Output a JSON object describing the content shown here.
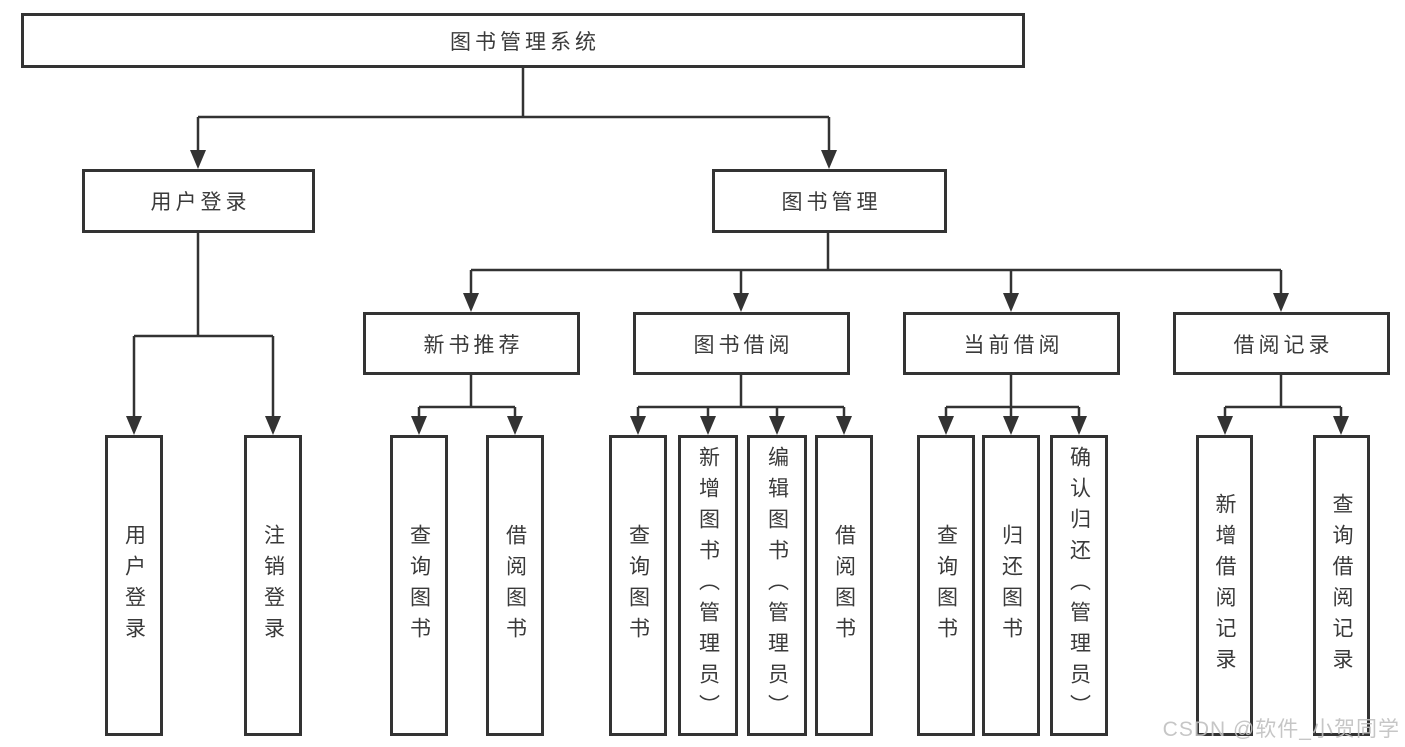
{
  "diagram": {
    "root": {
      "label": "图书管理系统"
    },
    "level2": {
      "user_login": {
        "label": "用户登录"
      },
      "book_management": {
        "label": "图书管理"
      }
    },
    "level3": {
      "new_book_recommend": {
        "label": "新书推荐"
      },
      "book_borrow": {
        "label": "图书借阅"
      },
      "current_borrow": {
        "label": "当前借阅"
      },
      "borrow_records": {
        "label": "借阅记录"
      }
    },
    "leaves": {
      "user_login": {
        "label": "用户登录"
      },
      "logout": {
        "label": "注销登录"
      },
      "rec_query_book": {
        "label": "查询图书"
      },
      "rec_borrow_book": {
        "label": "借阅图书"
      },
      "bb_query_book": {
        "label": "查询图书"
      },
      "bb_add_book_admin": {
        "label": "新增图书（管理员）"
      },
      "bb_edit_book_admin": {
        "label": "编辑图书（管理员）"
      },
      "bb_borrow_book": {
        "label": "借阅图书"
      },
      "cb_query_book": {
        "label": "查询图书"
      },
      "cb_return_book": {
        "label": "归还图书"
      },
      "cb_confirm_return_admin": {
        "label": "确认归还（管理员）"
      },
      "br_add_record": {
        "label": "新增借阅记录"
      },
      "br_query_record": {
        "label": "查询借阅记录"
      }
    }
  },
  "watermark": {
    "text": "CSDN @软件_小贺同学"
  },
  "colors": {
    "line": "#333333",
    "text": "#3a3a3a",
    "background": "#ffffff",
    "box_fill": "#ffffff",
    "watermark": "#c0c0c0"
  }
}
